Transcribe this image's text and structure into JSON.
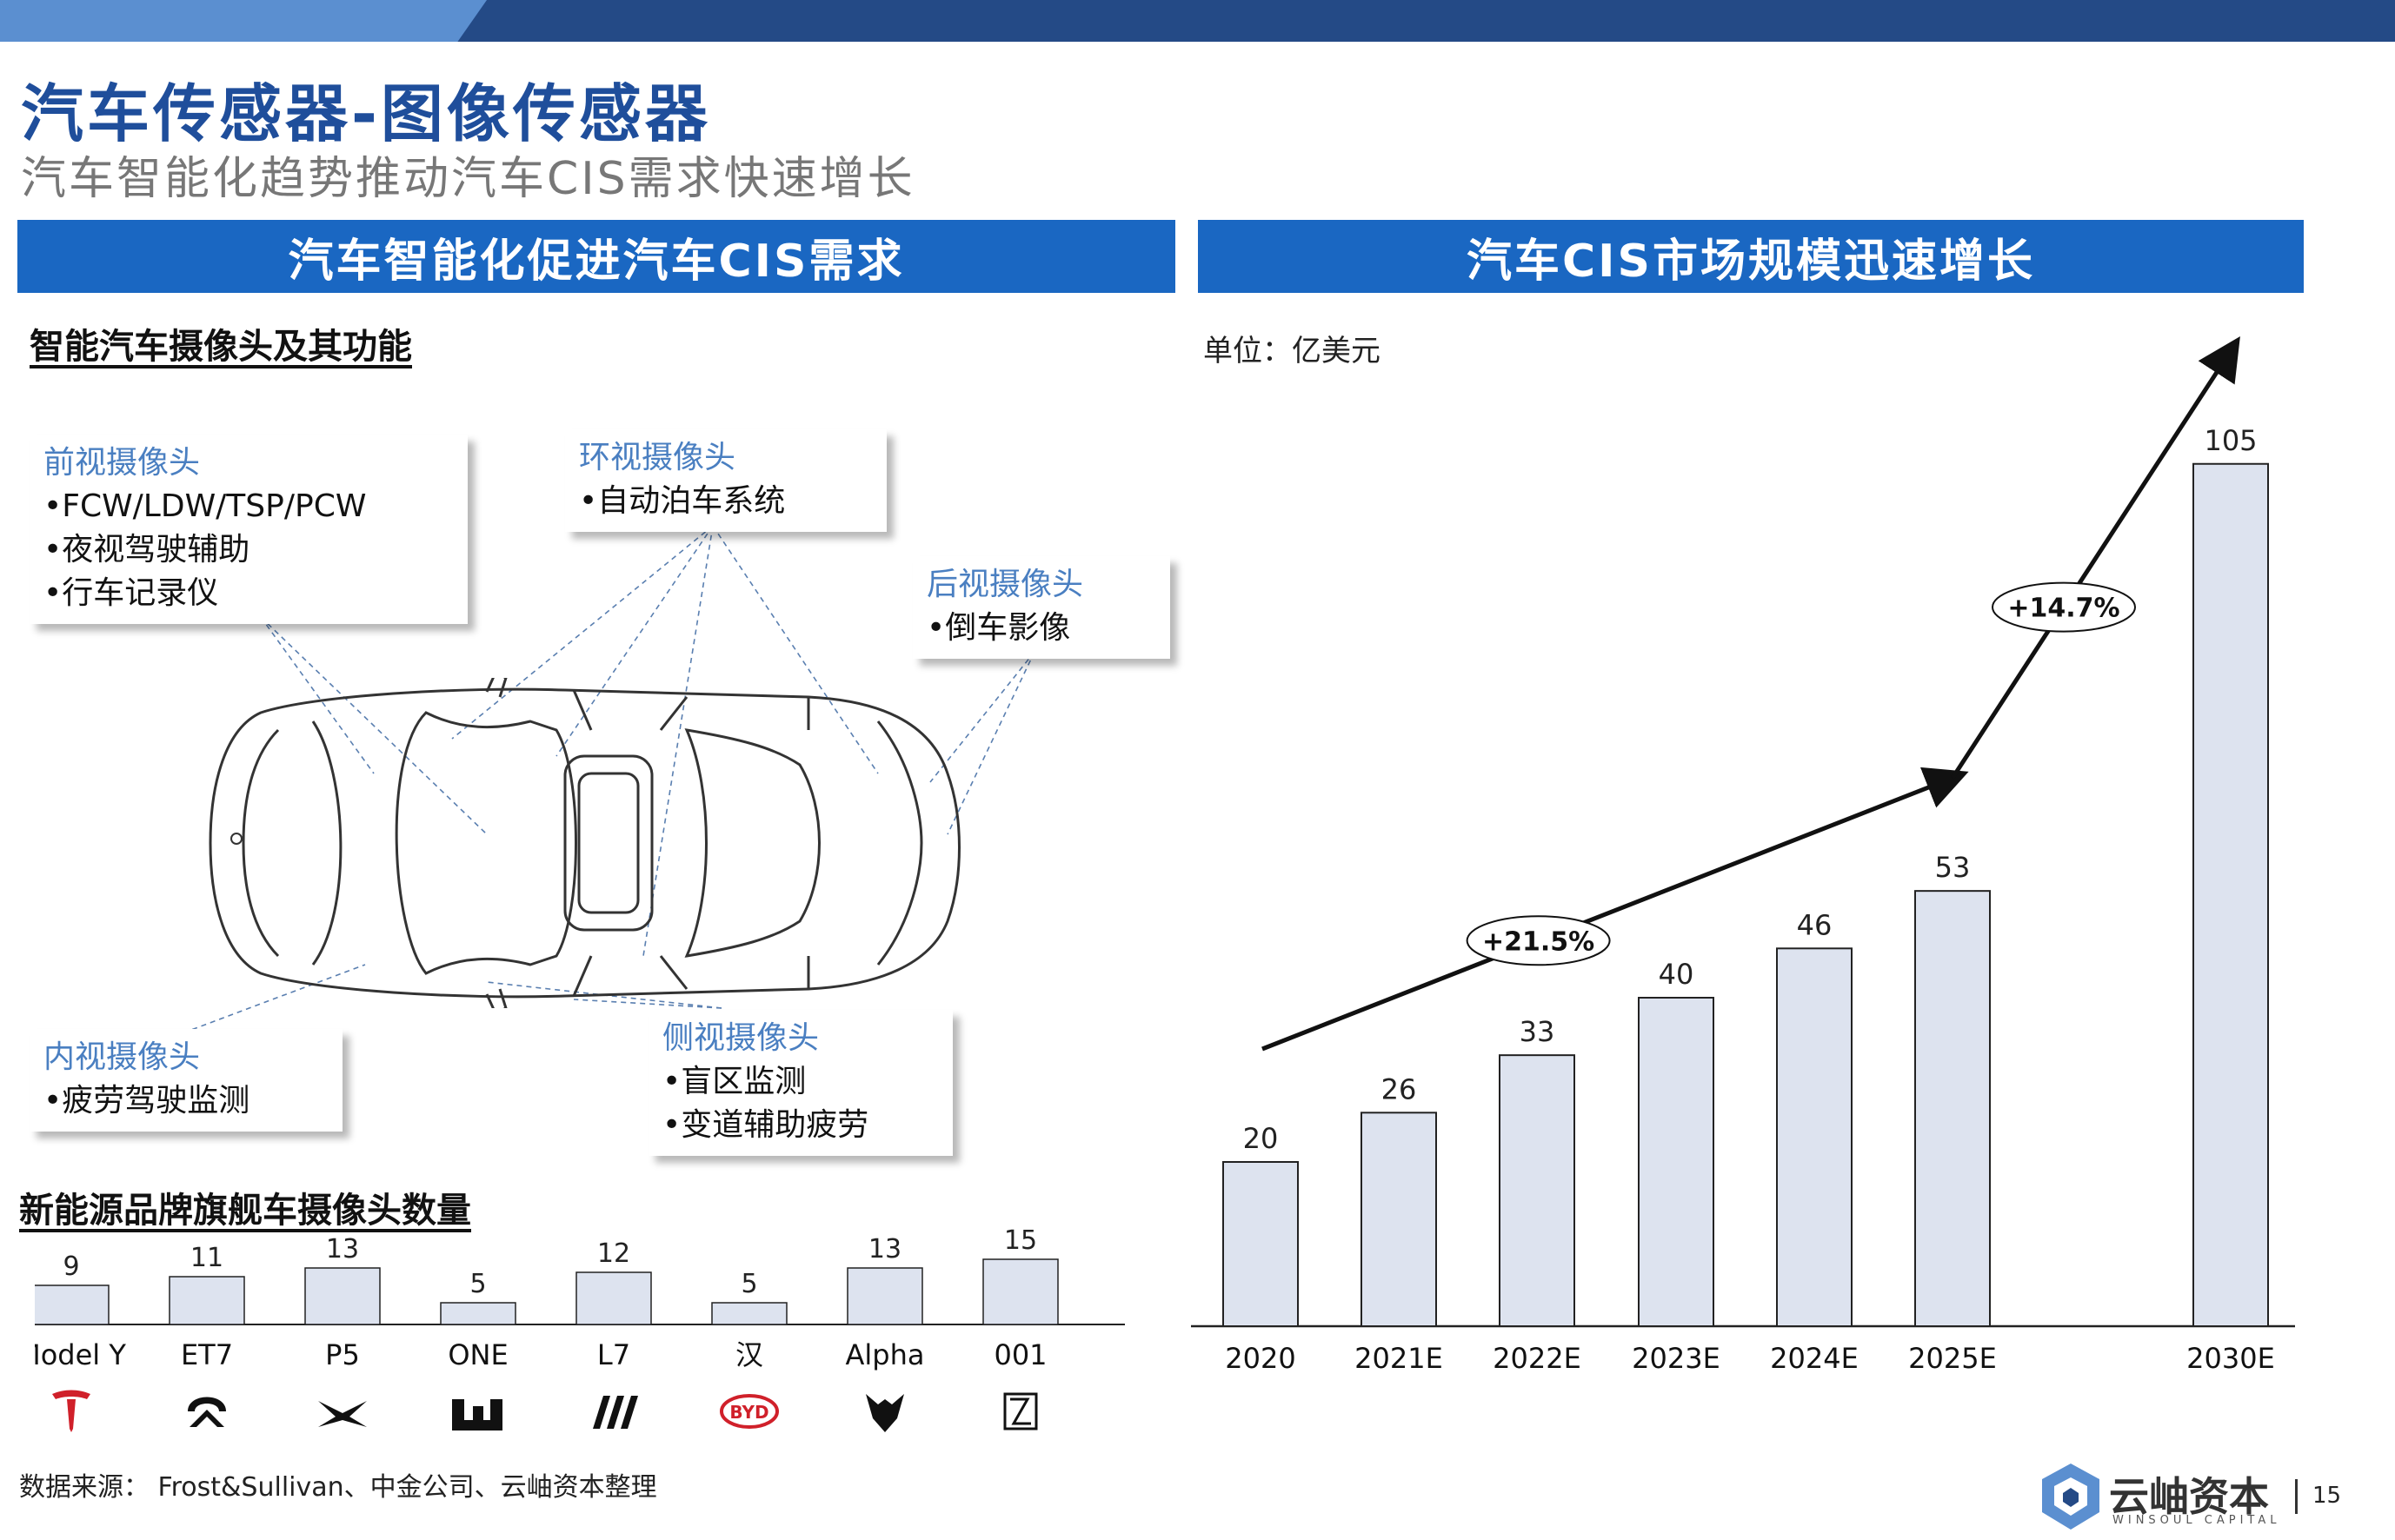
{
  "header": {
    "title": "汽车传感器-图像传感器",
    "subtitle": "汽车智能化趋势推动汽车CIS需求快速增长",
    "bar_color": "#244a86",
    "bar_accent_color": "#5b8fd0"
  },
  "left_panel": {
    "banner": "汽车智能化促进汽车CIS需求",
    "section_title": "智能汽车摄像头及其功能",
    "callouts": [
      {
        "title": "前视摄像头",
        "lines": [
          "•FCW/LDW/TSP/PCW",
          "•夜视驾驶辅助",
          "•行车记录仪"
        ]
      },
      {
        "title": "环视摄像头",
        "lines": [
          "•自动泊车系统"
        ]
      },
      {
        "title": "后视摄像头",
        "lines": [
          "•倒车影像"
        ]
      },
      {
        "title": "内视摄像头",
        "lines": [
          "•疲劳驾驶监测"
        ]
      },
      {
        "title": "侧视摄像头",
        "lines": [
          "•盲区监测",
          "•变道辅助疲劳"
        ]
      }
    ],
    "brands_title": "新能源品牌旗舰车摄像头数量"
  },
  "right_panel": {
    "banner": "汽车CIS市场规模迅速增长",
    "unit": "单位：亿美元"
  },
  "chart_data": [
    {
      "type": "bar",
      "title": "新能源品牌旗舰车摄像头数量",
      "categories": [
        "Model Y",
        "ET7",
        "P5",
        "ONE",
        "L7",
        "汉",
        "Alpha",
        "001"
      ],
      "values": [
        9,
        11,
        13,
        5,
        12,
        5,
        13,
        15
      ],
      "brand_icons": [
        "tesla-logo",
        "nio-logo",
        "xpeng-logo",
        "li-auto-logo",
        "lynk-logo",
        "byd-logo",
        "arcfox-logo",
        "zeekr-logo"
      ],
      "bar_color": "#dde3ef",
      "ylim": [
        0,
        16
      ]
    },
    {
      "type": "bar",
      "title": "汽车CIS市场规模迅速增长",
      "unit": "单位：亿美元",
      "categories": [
        "2020",
        "2021E",
        "2022E",
        "2023E",
        "2024E",
        "2025E",
        "2030E"
      ],
      "values": [
        20,
        26,
        33,
        40,
        46,
        53,
        105
      ],
      "cagr_annotations": [
        {
          "label": "+21.5%",
          "from": "2020",
          "to": "2025E"
        },
        {
          "label": "+14.7%",
          "from": "2025E",
          "to": "2030E"
        }
      ],
      "bar_color": "#dde3ef",
      "ylim": [
        0,
        110
      ]
    }
  ],
  "footer": {
    "source": "数据来源：  Frost&Sullivan、中金公司、云岫资本整理",
    "logo_name": "云岫资本",
    "logo_sub": "WINSOUL CAPITAL",
    "page": "15"
  }
}
